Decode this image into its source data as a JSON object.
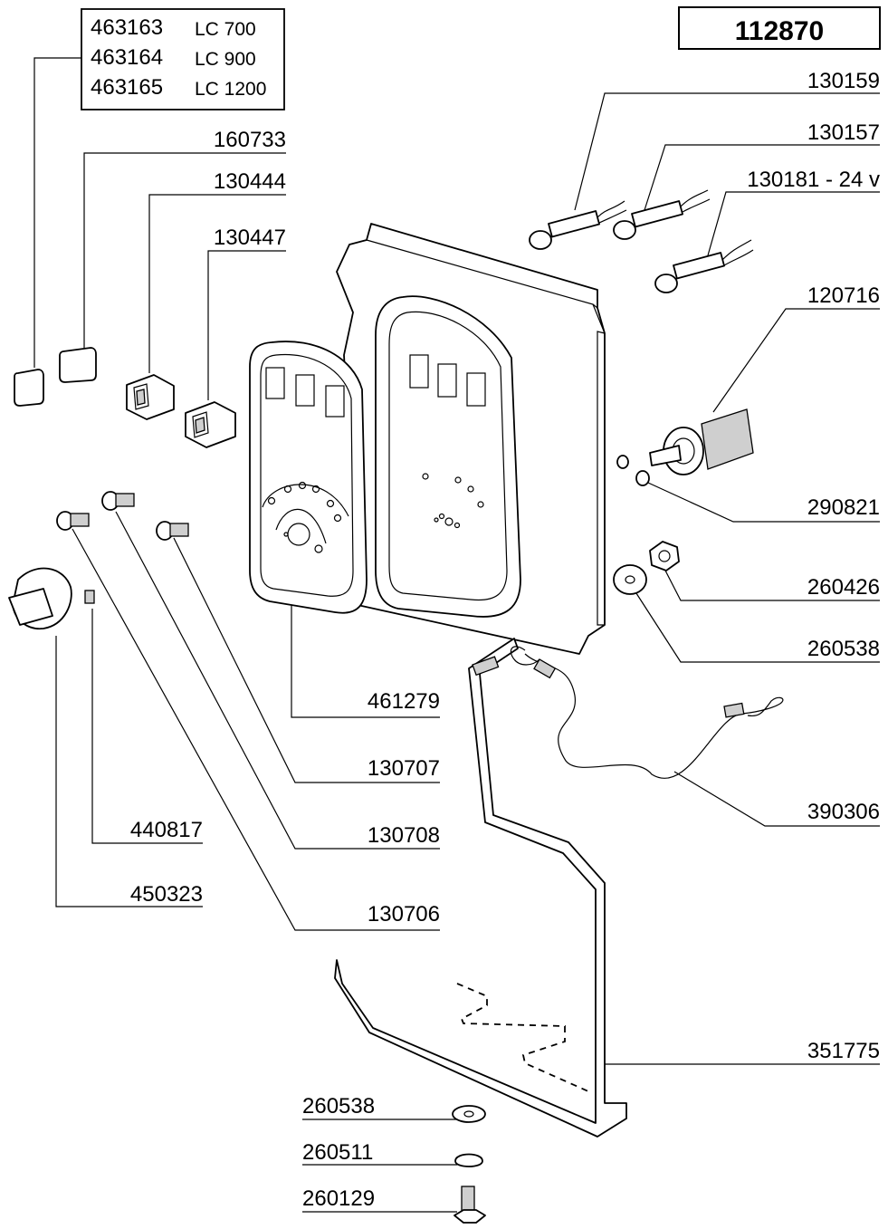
{
  "drawing_number": "112870",
  "model_table": [
    {
      "part": "463163",
      "model": "LC 700"
    },
    {
      "part": "463164",
      "model": "LC 900"
    },
    {
      "part": "463165",
      "model": "LC 1200"
    }
  ],
  "callouts": {
    "p130159": "130159",
    "p130157": "130157",
    "p130181": "130181 - 24 v",
    "p160733": "160733",
    "p130444": "130444",
    "p130447": "130447",
    "p120716": "120716",
    "p290821": "290821",
    "p260426": "260426",
    "p260538a": "260538",
    "p461279": "461279",
    "p130707": "130707",
    "p390306": "390306",
    "p440817": "440817",
    "p130708": "130708",
    "p450323": "450323",
    "p130706": "130706",
    "p351775": "351775",
    "p260538b": "260538",
    "p260511": "260511",
    "p260129": "260129"
  }
}
